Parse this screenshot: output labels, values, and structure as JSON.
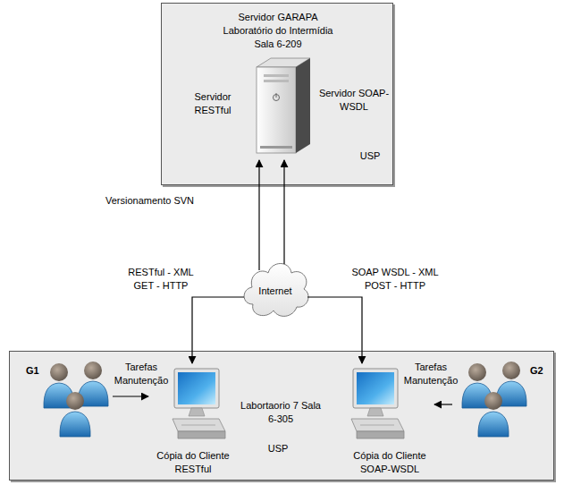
{
  "diagram": {
    "nodes": [
      {
        "text": [
          "Servidor GARAPA Laboratório do Intermídia Sala 6-209",
          "USP"
        ]
      },
      {
        "text": [
          "Servidor RESTful",
          "Servidor SOAP-WSDL"
        ],
        "in": 0
      },
      {
        "text": [
          "Internet"
        ]
      },
      {
        "text": [
          "Labortaorio 7 Sala 6-305",
          "USP"
        ]
      },
      {
        "text": [
          "G1"
        ],
        "in": 3
      },
      {
        "text": [
          "Cópia do Cliente RESTful"
        ],
        "in": 3
      },
      {
        "text": [
          "Cópia do Cliente SOAP-WSDL"
        ],
        "in": 3
      },
      {
        "text": [
          "G2"
        ],
        "in": 3
      }
    ],
    "edges": [
      {
        "from": 2,
        "to": 1,
        "arrow": "to"
      },
      {
        "from": 2,
        "to": 1,
        "arrow": "to"
      },
      {
        "from": 2,
        "to": 5,
        "label": "RESTful - XML GET - HTTP",
        "arrow": "to"
      },
      {
        "from": 2,
        "to": 6,
        "label": "SOAP WSDL - XML POST - HTTP",
        "arrow": "to"
      },
      {
        "from": 4,
        "to": 5,
        "label": "Tarefas Manutenção",
        "arrow": "to"
      },
      {
        "from": 7,
        "to": 6,
        "label": "Tarefas Manutenção",
        "arrow": "to"
      }
    ],
    "labels": [
      "Versionamento SVN"
    ]
  }
}
